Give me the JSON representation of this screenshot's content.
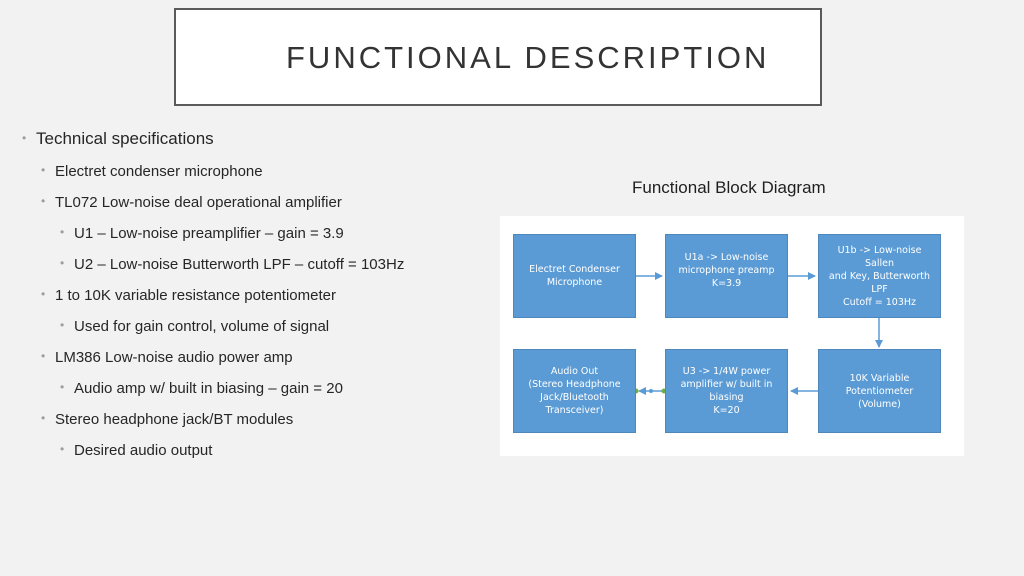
{
  "title": "FUNCTIONAL DESCRIPTION",
  "bullets": [
    {
      "level": 1,
      "text": "Technical specifications"
    },
    {
      "level": 2,
      "text": "Electret condenser microphone"
    },
    {
      "level": 2,
      "text": "TL072 Low-noise deal operational amplifier"
    },
    {
      "level": 3,
      "text": "U1 – Low-noise preamplifier – gain = 3.9"
    },
    {
      "level": 3,
      "text": "U2 – Low-noise Butterworth LPF – cutoff = 103Hz"
    },
    {
      "level": 2,
      "text": "1 to 10K variable resistance potentiometer"
    },
    {
      "level": 3,
      "text": "Used for gain control, volume of signal"
    },
    {
      "level": 2,
      "text": "LM386 Low-noise audio power amp"
    },
    {
      "level": 3,
      "text": "Audio amp w/ built in biasing – gain = 20"
    },
    {
      "level": 2,
      "text": "Stereo headphone jack/BT modules"
    },
    {
      "level": 3,
      "text": "Desired audio output"
    }
  ],
  "diagram": {
    "heading": "Functional Block Diagram",
    "blocks": {
      "mic": "Electret Condenser\nMicrophone",
      "preamp": "U1a -> Low-noise\nmicrophone preamp\nK=3.9",
      "lpf": "U1b -> Low-noise Sallen\nand Key, Butterworth\nLPF\nCutoff = 103Hz",
      "pot": "10K Variable\nPotentiometer\n(Volume)",
      "amp": "U3 -> 1/4W power\namplifier w/ built in\nbiasing\nK=20",
      "out": "Audio Out\n(Stereo Headphone\nJack/Bluetooth\nTransceiver)"
    },
    "colors": {
      "block_fill": "#5b9bd5",
      "arrow": "#5b9bd5",
      "connector": "#70ad47"
    }
  }
}
